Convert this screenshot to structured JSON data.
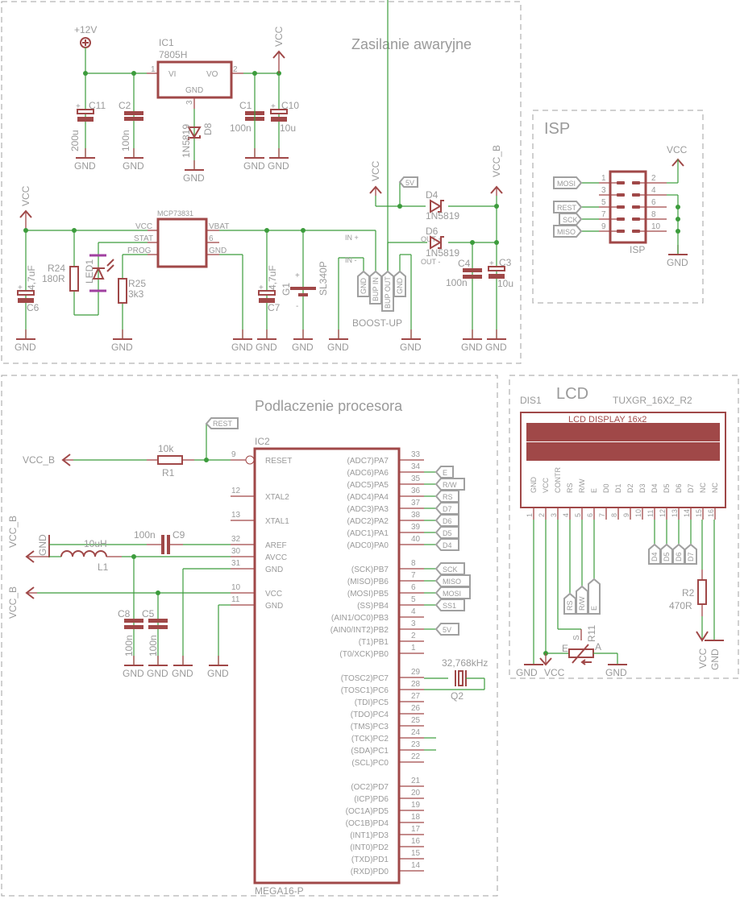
{
  "sections": {
    "power": "Zasilanie awaryjne",
    "isp": "ISP",
    "cpu": "Podlaczenie procesora",
    "lcd": "LCD"
  },
  "power": {
    "supply_12v": "+12V",
    "vcc": "VCC",
    "vcc_b": "VCC_B",
    "gnd": "GND",
    "ic1": {
      "name": "IC1",
      "value": "7805H",
      "pin_vi": "VI",
      "pin_vo": "VO",
      "pin_gnd": "GND",
      "pin1": "1",
      "pin2": "2",
      "pin3": "3"
    },
    "c11": {
      "name": "C11",
      "value": "200u"
    },
    "c2": {
      "name": "C2",
      "value": "100n"
    },
    "c1": {
      "name": "C1",
      "value": "100n"
    },
    "c10": {
      "name": "C10",
      "value": "10u"
    },
    "d8": {
      "name": "D8",
      "value": "1N5819"
    },
    "mcp": {
      "name": "MCP73831",
      "pin_vcc": "VCC",
      "pin_stat": "STAT",
      "pin_prog": "PROG",
      "pin_vbat": "VBAT",
      "pin_6": "6",
      "pin_gnd": "GND"
    },
    "c6": {
      "name": "C6",
      "value": "4,7uF"
    },
    "r24": {
      "name": "R24",
      "value": "180R"
    },
    "led1": {
      "name": "LED1"
    },
    "r25": {
      "name": "R25",
      "value": "3k3"
    },
    "c7": {
      "name": "C7",
      "value": "4,7uF"
    },
    "g1": {
      "name": "G1",
      "value": "SL340P",
      "plus": "+",
      "minus": "-"
    },
    "net_5v": "5V",
    "d4": {
      "name": "D4",
      "value": "1N5819"
    },
    "d6": {
      "name": "D6",
      "value": "1N5819"
    },
    "c4": {
      "name": "C4",
      "value": "100n"
    },
    "c3": {
      "name": "C3",
      "value": "10u"
    },
    "boost": {
      "name": "BOOST-UP",
      "in_plus": "IN +",
      "in_minus": "IN -",
      "out_plus": "OUT +",
      "out_minus": "OUT -",
      "pins": [
        "GND",
        "BUP_IN",
        "BUP_OUT",
        "GND"
      ]
    }
  },
  "isp": {
    "connector": "ISP",
    "vcc": "VCC",
    "gnd": "GND",
    "left_pins": [
      "1",
      "3",
      "5",
      "7",
      "9"
    ],
    "right_pins": [
      "2",
      "4",
      "6",
      "8",
      "10"
    ],
    "nets": [
      "MOSI",
      "",
      "REST",
      "SCK",
      "MISO"
    ]
  },
  "cpu": {
    "ic2": "IC2",
    "part": "MEGA16-P",
    "vcc_b": "VCC_B",
    "gnd": "GND",
    "r1": {
      "name": "R1",
      "value": "10k"
    },
    "rest_net": "REST",
    "l1": {
      "name": "L1",
      "value": "10uH"
    },
    "c9": {
      "name": "C9",
      "value": "100n"
    },
    "c8": {
      "name": "C8",
      "value": "100n"
    },
    "c5": {
      "name": "C5",
      "value": "100n"
    },
    "q2": {
      "name": "Q2",
      "value": "32,768kHz"
    },
    "left_pins": [
      {
        "num": "9",
        "name": "RESET"
      },
      {
        "num": "12",
        "name": "XTAL2"
      },
      {
        "num": "13",
        "name": "XTAL1"
      },
      {
        "num": "32",
        "name": "AREF"
      },
      {
        "num": "30",
        "name": "AVCC"
      },
      {
        "num": "31",
        "name": "GND"
      },
      {
        "num": "10",
        "name": "VCC"
      },
      {
        "num": "11",
        "name": "GND"
      }
    ],
    "right_pins": [
      {
        "num": "33",
        "name": "(ADC7)PA7",
        "net": ""
      },
      {
        "num": "34",
        "name": "(ADC6)PA6",
        "net": "E"
      },
      {
        "num": "35",
        "name": "(ADC5)PA5",
        "net": "R/W"
      },
      {
        "num": "36",
        "name": "(ADC4)PA4",
        "net": "RS"
      },
      {
        "num": "37",
        "name": "(ADC3)PA3",
        "net": "D7"
      },
      {
        "num": "38",
        "name": "(ADC2)PA2",
        "net": "D6"
      },
      {
        "num": "39",
        "name": "(ADC1)PA1",
        "net": "D5"
      },
      {
        "num": "40",
        "name": "(ADC0)PA0",
        "net": "D4"
      },
      {
        "num": "8",
        "name": "(SCK)PB7",
        "net": "SCK"
      },
      {
        "num": "7",
        "name": "(MISO)PB6",
        "net": "MISO"
      },
      {
        "num": "6",
        "name": "(MOSI)PB5",
        "net": "MOSI"
      },
      {
        "num": "5",
        "name": "(SS)PB4",
        "net": "SS1"
      },
      {
        "num": "4",
        "name": "(AIN1/OC0)PB3",
        "net": ""
      },
      {
        "num": "3",
        "name": "(AIN0/INT2)PB2",
        "net": "5V"
      },
      {
        "num": "2",
        "name": "(T1)PB1",
        "net": ""
      },
      {
        "num": "1",
        "name": "(T0/XCK)PB0",
        "net": ""
      },
      {
        "num": "29",
        "name": "(TOSC2)PC7",
        "net": ""
      },
      {
        "num": "28",
        "name": "(TOSC1)PC6",
        "net": ""
      },
      {
        "num": "27",
        "name": "(TDI)PC5",
        "net": ""
      },
      {
        "num": "26",
        "name": "(TDO)PC4",
        "net": ""
      },
      {
        "num": "25",
        "name": "(TMS)PC3",
        "net": ""
      },
      {
        "num": "24",
        "name": "(TCK)PC2",
        "net": ""
      },
      {
        "num": "23",
        "name": "(SDA)PC1",
        "net": ""
      },
      {
        "num": "22",
        "name": "(SCL)PC0",
        "net": ""
      },
      {
        "num": "21",
        "name": "(OC2)PD7",
        "net": ""
      },
      {
        "num": "20",
        "name": "(ICP)PD6",
        "net": ""
      },
      {
        "num": "19",
        "name": "(OC1A)PD5",
        "net": ""
      },
      {
        "num": "18",
        "name": "(OC1B)PD4",
        "net": ""
      },
      {
        "num": "17",
        "name": "(INT1)PD3",
        "net": ""
      },
      {
        "num": "16",
        "name": "(INT0)PD2",
        "net": ""
      },
      {
        "num": "15",
        "name": "(TXD)PD1",
        "net": ""
      },
      {
        "num": "14",
        "name": "(RXD)PD0",
        "net": ""
      }
    ]
  },
  "lcd": {
    "ref": "DIS1",
    "part": "TUXGR_16X2_R2",
    "display_label": "LCD DISPLAY 16x2",
    "pin_names": [
      "GND",
      "VCC",
      "CONTR",
      "RS",
      "R/W",
      "E",
      "D0",
      "D1",
      "D2",
      "D3",
      "D4",
      "D5",
      "D6",
      "D7",
      "NC",
      "NC"
    ],
    "pin_nums": [
      "1",
      "2",
      "3",
      "4",
      "5",
      "6",
      "7",
      "8",
      "9",
      "10",
      "11",
      "12",
      "13",
      "14",
      "15",
      "16"
    ],
    "data_nets": [
      "D4",
      "D5",
      "D6",
      "D7"
    ],
    "ctrl_nets": [
      "RS",
      "R/W",
      "E"
    ],
    "r2": {
      "name": "R2",
      "value": "470R"
    },
    "r11": {
      "name": "R11",
      "pin_e": "E",
      "pin_s": "S",
      "pin_a": "A"
    },
    "gnd": "GND",
    "vcc": "VCC"
  }
}
